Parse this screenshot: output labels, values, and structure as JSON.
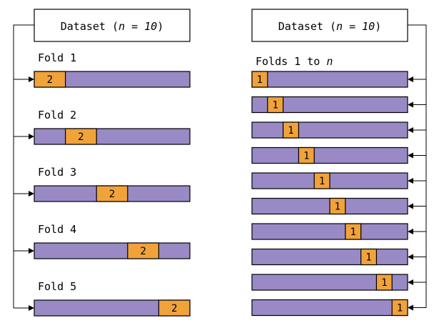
{
  "colors": {
    "bar": "#998ac6",
    "highlight": "#f0a23b",
    "stroke": "#000000",
    "background": "#ffffff"
  },
  "left_panel": {
    "dataset_label": "Dataset",
    "dataset_n": "n = 10",
    "folds": [
      {
        "label": "Fold 1",
        "block_label": "2",
        "block_index": 0,
        "block_span": 2
      },
      {
        "label": "Fold 2",
        "block_label": "2",
        "block_index": 1,
        "block_span": 2
      },
      {
        "label": "Fold 3",
        "block_label": "2",
        "block_index": 2,
        "block_span": 2
      },
      {
        "label": "Fold 4",
        "block_label": "2",
        "block_index": 3,
        "block_span": 2
      },
      {
        "label": "Fold 5",
        "block_label": "2",
        "block_index": 4,
        "block_span": 2
      }
    ]
  },
  "right_panel": {
    "dataset_label": "Dataset",
    "dataset_n": "n = 10",
    "folds_label_prefix": "Folds 1 to",
    "folds_label_var": "n",
    "rows": [
      {
        "block_label": "1",
        "block_index": 0
      },
      {
        "block_label": "1",
        "block_index": 1
      },
      {
        "block_label": "1",
        "block_index": 2
      },
      {
        "block_label": "1",
        "block_index": 3
      },
      {
        "block_label": "1",
        "block_index": 4
      },
      {
        "block_label": "1",
        "block_index": 5
      },
      {
        "block_label": "1",
        "block_index": 6
      },
      {
        "block_label": "1",
        "block_index": 7
      },
      {
        "block_label": "1",
        "block_index": 8
      },
      {
        "block_label": "1",
        "block_index": 9
      }
    ]
  }
}
